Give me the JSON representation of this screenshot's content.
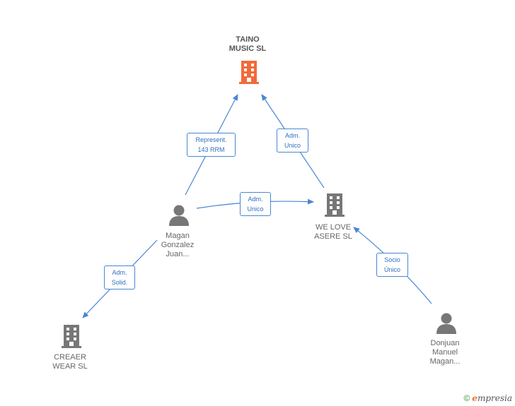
{
  "nodes": {
    "taino": {
      "line1": "TAINO",
      "line2": "MUSIC  SL",
      "type": "company",
      "color": "#f26a3a"
    },
    "welove": {
      "line1": "WE LOVE",
      "line2": "ASERE SL",
      "type": "company",
      "color": "#777777"
    },
    "creaer": {
      "line1": "CREAER",
      "line2": "WEAR  SL",
      "type": "company",
      "color": "#777777"
    },
    "magan": {
      "line1": "Magan",
      "line2": "Gonzalez",
      "line3": "Juan...",
      "type": "person",
      "color": "#777777"
    },
    "donjuan": {
      "line1": "Donjuan",
      "line2": "Manuel",
      "line3": "Magan...",
      "type": "person",
      "color": "#777777"
    }
  },
  "edges": {
    "e1": {
      "line1": "Represent.",
      "line2": "143 RRM"
    },
    "e2": {
      "line1": "Adm.",
      "line2": "Unico"
    },
    "e3": {
      "line1": "Adm.",
      "line2": "Unico"
    },
    "e4": {
      "line1": "Adm.",
      "line2": "Solid."
    },
    "e5": {
      "line1": "Socio",
      "line2": "Único"
    }
  },
  "colors": {
    "edge": "#4a86d4"
  },
  "footer": {
    "copyright": "©",
    "brand_initial": "e",
    "brand_rest": "mpresia"
  }
}
